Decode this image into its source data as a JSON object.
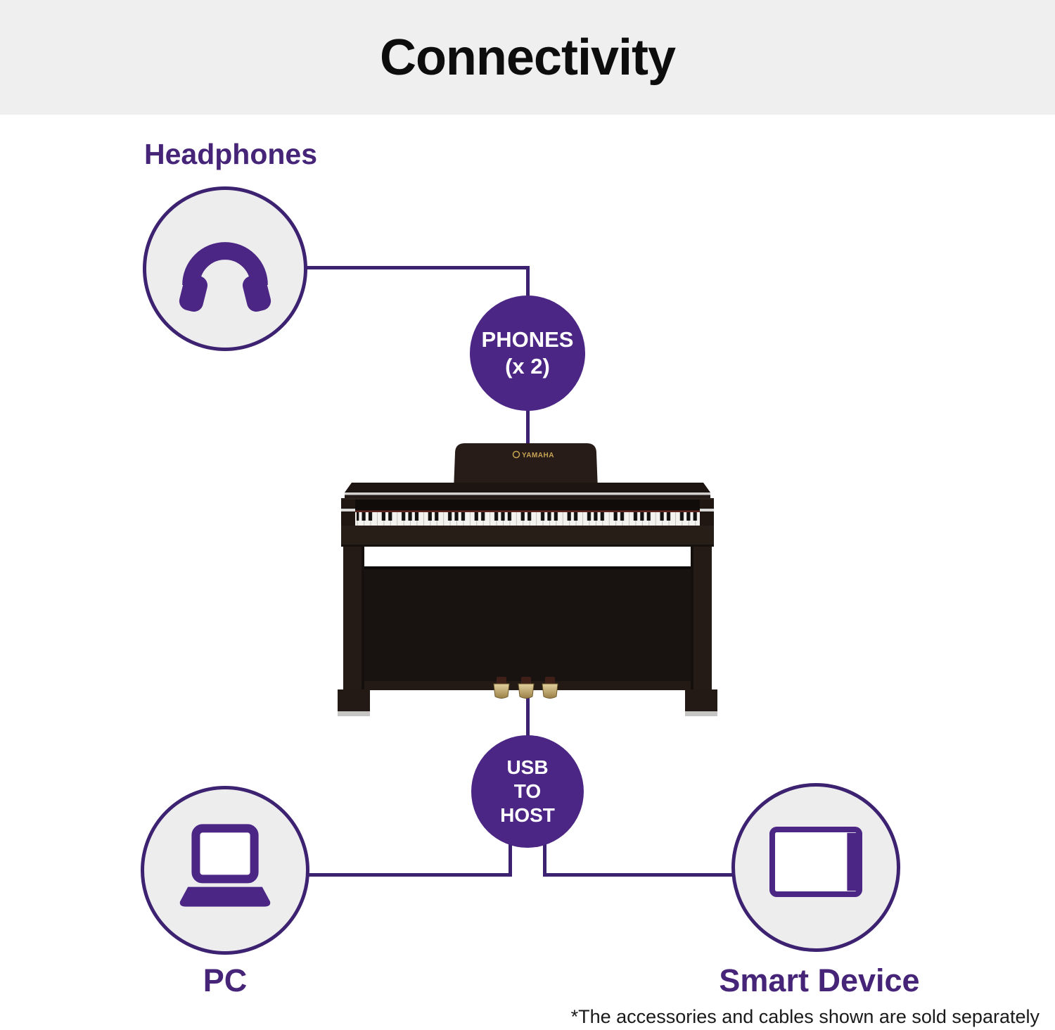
{
  "title": "Connectivity",
  "colors": {
    "accent_purple": "#4b2684",
    "line_purple": "#3c2270",
    "label_purple": "#462578",
    "banner_gray": "#efefef",
    "node_gray": "#ededee"
  },
  "nodes": {
    "headphones": {
      "label": "Headphones",
      "icon": "headphones-icon"
    },
    "pc": {
      "label": "PC",
      "icon": "laptop-icon"
    },
    "smart_device": {
      "label": "Smart Device",
      "icon": "tablet-icon"
    }
  },
  "ports": {
    "phones": {
      "line1": "PHONES",
      "line2": "(x 2)"
    },
    "usb": {
      "line1": "USB",
      "line2": "TO",
      "line3": "HOST"
    }
  },
  "piano": {
    "brand": "YAMAHA"
  },
  "footnote": "*The accessories and cables shown are sold separately"
}
